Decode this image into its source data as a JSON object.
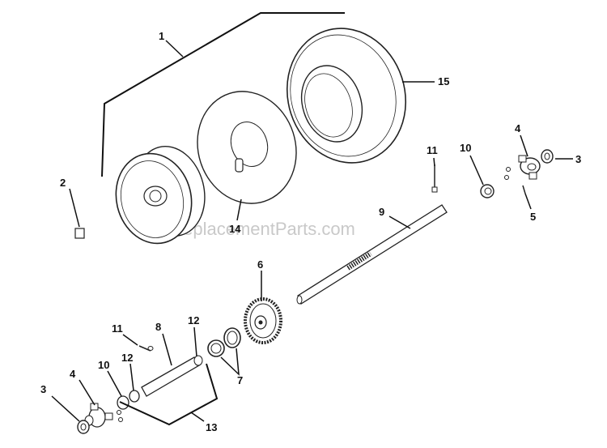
{
  "watermark": "eReplacementParts.com",
  "callouts": {
    "c1": "1",
    "c2": "2",
    "c3a": "3",
    "c3b": "3",
    "c4a": "4",
    "c4b": "4",
    "c5": "5",
    "c6": "6",
    "c7": "7",
    "c8": "8",
    "c9": "9",
    "c10a": "10",
    "c10b": "10",
    "c11a": "11",
    "c11b": "11",
    "c12a": "12",
    "c12b": "12",
    "c13": "13",
    "c14": "14",
    "c15": "15"
  }
}
